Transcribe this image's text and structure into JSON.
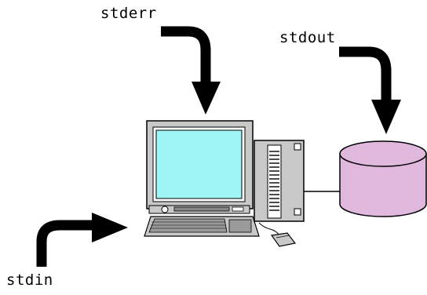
{
  "labels": {
    "stderr": "stderr",
    "stdout": "stdout",
    "stdin": "stdin"
  },
  "colors": {
    "screen": "#9ff5f5",
    "case": "#c8c8c8",
    "disk": "#e0b8de",
    "arrow": "#000000"
  }
}
